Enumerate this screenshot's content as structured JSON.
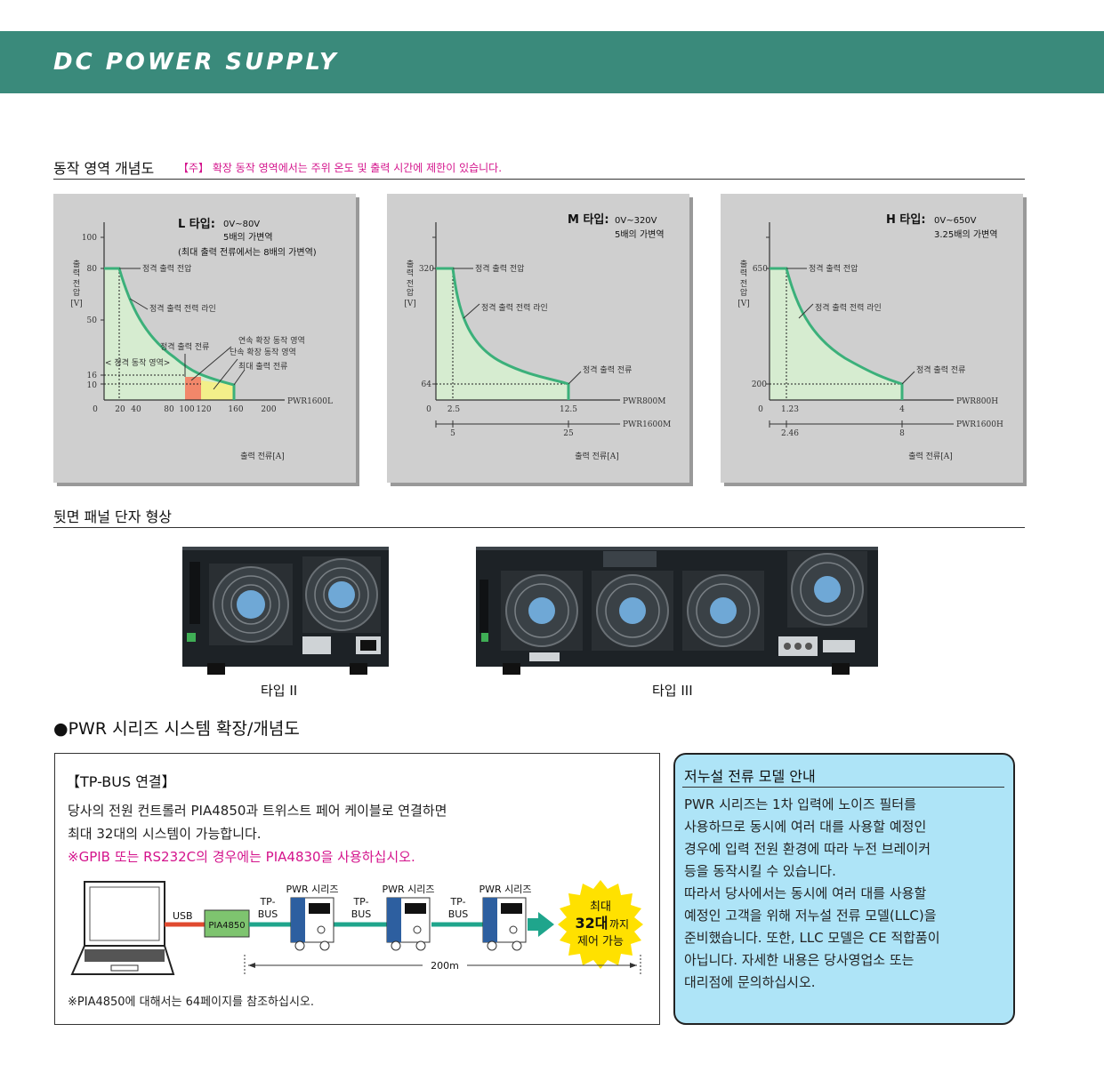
{
  "header": {
    "title": "DC POWER SUPPLY"
  },
  "section1": {
    "title": "동작 영역 개념도",
    "note": "【주】 확장 동작 영역에서는 주위 온도 및 출력 시간에 제한이 있습니다."
  },
  "charts": {
    "y_label_chars": [
      "출",
      "력",
      " ",
      "전",
      "압"
    ],
    "y_unit": "[V]",
    "x_label": "출력 전류[A]",
    "rated_voltage": "정격 출력 전압",
    "rated_power_line": "정격 출력 전력 라인",
    "rated_current": "정격 출력 전류",
    "l": {
      "type_title": "L 타입:",
      "range": "0V~80V",
      "variable_line1": "5배의 가변역",
      "variable_line2": "(최대 출력 전류에서는 8배의 가변역)",
      "y_ticks": [
        "100",
        "80",
        "50",
        "16",
        "10"
      ],
      "x_ticks": [
        "0",
        "20",
        "40",
        "80",
        "100",
        "120",
        "160",
        "200"
      ],
      "model": "PWR1600L",
      "continuous_ext": "연속 확장 동작 영역",
      "short_ext": "단속 확장 동작 영역",
      "max_current": "최대 출력 전류",
      "rated_area": "< 정격 동작 영역>"
    },
    "m": {
      "type_title": "M 타입:",
      "range": "0V~320V",
      "variable_line1": "5배의 가변역",
      "y_ticks": [
        "320",
        "64"
      ],
      "x_ticks_a": [
        "0",
        "2.5",
        "12.5"
      ],
      "x_ticks_b": [
        "5",
        "25"
      ],
      "model_a": "PWR800M",
      "model_b": "PWR1600M"
    },
    "h": {
      "type_title": "H 타입:",
      "range": "0V~650V",
      "variable_line1": "3.25배의 가변역",
      "y_ticks": [
        "650",
        "200"
      ],
      "x_ticks_a": [
        "0",
        "1.23",
        "4"
      ],
      "x_ticks_b": [
        "2.46",
        "8"
      ],
      "model_a": "PWR800H",
      "model_b": "PWR1600H"
    }
  },
  "section2": {
    "title": "뒷면 패널 단자 형상",
    "type2": "타입 II",
    "type3": "타입 III"
  },
  "section3": {
    "title": "●PWR 시리즈 시스템 확장/개념도",
    "tp": {
      "heading": "【TP-BUS 연결】",
      "line1": "당사의 전원 컨트롤러 PIA4850과 트위스트 페어 케이블로 연결하면",
      "line2": "최대 32대의 시스템이 가능합니다.",
      "line3": "※GPIB 또는 RS232C의 경우에는 PIA4830을 사용하십시오.",
      "usb": "USB",
      "pia": "PIA4850",
      "tp_bus": [
        "TP-",
        "BUS"
      ],
      "pwr_series": "PWR 시리즈",
      "burst1": "최대",
      "burst2": "32대",
      "burst3": "까지",
      "burst4": "제어 가능",
      "distance": "200m",
      "footnote": "※PIA4850에 대해서는 64페이지를 참조하십시오."
    },
    "llc": {
      "title": "저누설 전류 모델 안내",
      "lines": [
        "PWR 시리즈는 1차 입력에 노이즈 필터를",
        "사용하므로 동시에 여러 대를 사용할 예정인",
        "경우에 입력 전원 환경에 따라 누전 브레이커",
        "등을 동작시킬 수 있습니다.",
        "따라서 당사에서는 동시에 여러 대를 사용할",
        "예정인 고객을 위해 저누설 전류 모델(LLC)을",
        "준비했습니다. 또한, LLC 모델은 CE 적합품이",
        "아닙니다. 자세한 내용은 당사영업소 또는",
        "대리점에 문의하십시오."
      ]
    }
  }
}
